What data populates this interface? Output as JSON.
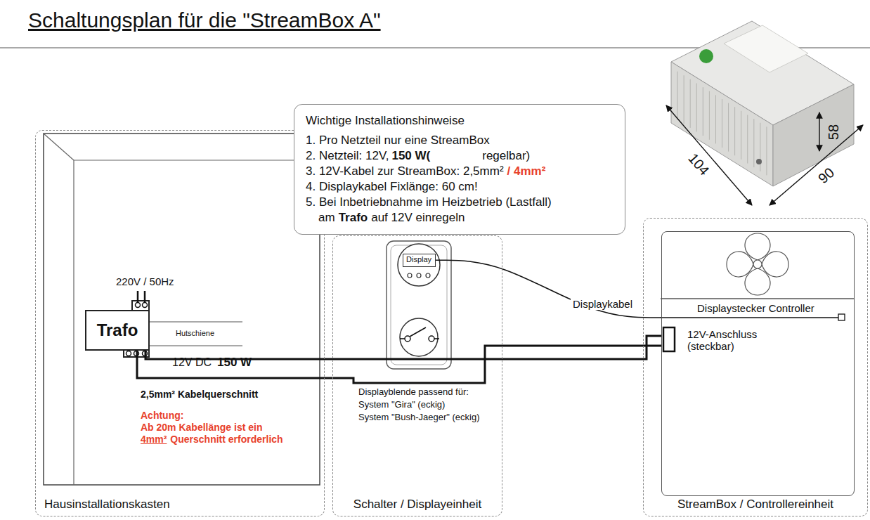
{
  "diagram": {
    "title": "Schaltungsplan für die \"StreamBox A\"",
    "nodes": [
      {
        "text": [
          "Hausinstallationskasten"
        ]
      },
      {
        "text": [
          "Trafo"
        ],
        "in": 0
      },
      {
        "text": [
          "Wichtige Installationshinweise",
          "1. Pro Netzteil nur eine StreamBox",
          "2. Netzteil: 12V,",
          "150 W(",
          "regelbar)",
          "3. 12V-Kabel zur StreamBox: 2,5mm²",
          "/ 4mm²",
          "4. Displaykabel Fixlänge: 60 cm!",
          "5. Bei Inbetriebnahme im Heizbetrieb (Lastfall)",
          "am",
          "Trafo",
          "auf 12V einregeln"
        ]
      },
      {
        "text": [
          "Schalter / Displayeinheit"
        ]
      },
      {
        "text": [
          "Display"
        ],
        "in": 3
      },
      {
        "text": [
          "StreamBox / Controllereinheit"
        ]
      },
      {
        "text": [
          "Displaystecker Controller",
          "12V-Anschluss (steckbar)"
        ],
        "in": 5
      }
    ],
    "edges": [
      {
        "from": 4,
        "to": 6,
        "label": "Displaykabel",
        "arrow": "none"
      },
      {
        "from": 1,
        "to": 6,
        "arrow": "none"
      },
      {
        "from": 1,
        "to": 6,
        "arrow": "none"
      }
    ],
    "labels": [
      "220V / 50Hz",
      "Hutschiene",
      "12V DC",
      "150 W",
      "2,5mm² Kabelquerschnitt",
      "Achtung:",
      "Ab 20m Kabellänge ist ein",
      "4mm²",
      "Querschnitt erforderlich",
      "Displayblende passend für:",
      "System \"Gira\" (eckig)",
      "System \"Bush-Jaeger\" (eckig)",
      "104",
      "90",
      "58"
    ]
  }
}
